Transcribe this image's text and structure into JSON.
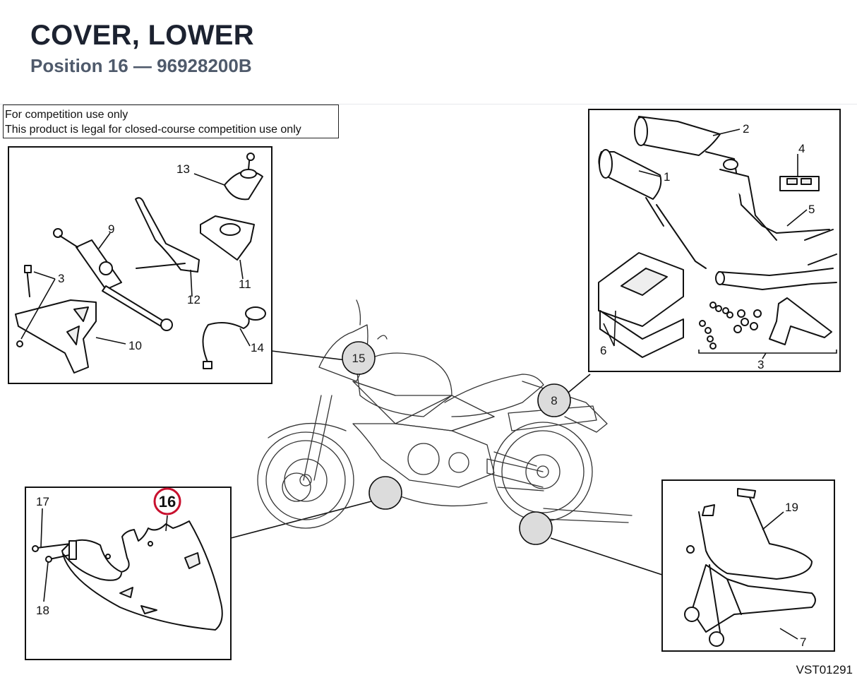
{
  "header": {
    "title": "COVER, LOWER",
    "subtitle": "Position 16 — 96928200B"
  },
  "notice": {
    "line1": "For competition use only",
    "line2": "This product is legal for closed-course competition use only"
  },
  "footer": {
    "code": "VST01291"
  },
  "hotspots": {
    "h15": "15",
    "h8": "8",
    "h_lower": "",
    "h_stand": ""
  },
  "panels": {
    "top_left": {
      "labels": [
        "13",
        "9",
        "3",
        "12",
        "11",
        "10",
        "14"
      ]
    },
    "top_right": {
      "labels": [
        "2",
        "4",
        "1",
        "5",
        "6",
        "3"
      ]
    },
    "bottom_left": {
      "labels": [
        "17",
        "16",
        "18"
      ],
      "selected": "16"
    },
    "bottom_right": {
      "labels": [
        "19",
        "7"
      ]
    }
  },
  "colors": {
    "selected_ring": "#c8102e",
    "hotspot_fill": "#dcdcdc",
    "title": "#1c2230",
    "subtitle": "#4f5a6b"
  }
}
